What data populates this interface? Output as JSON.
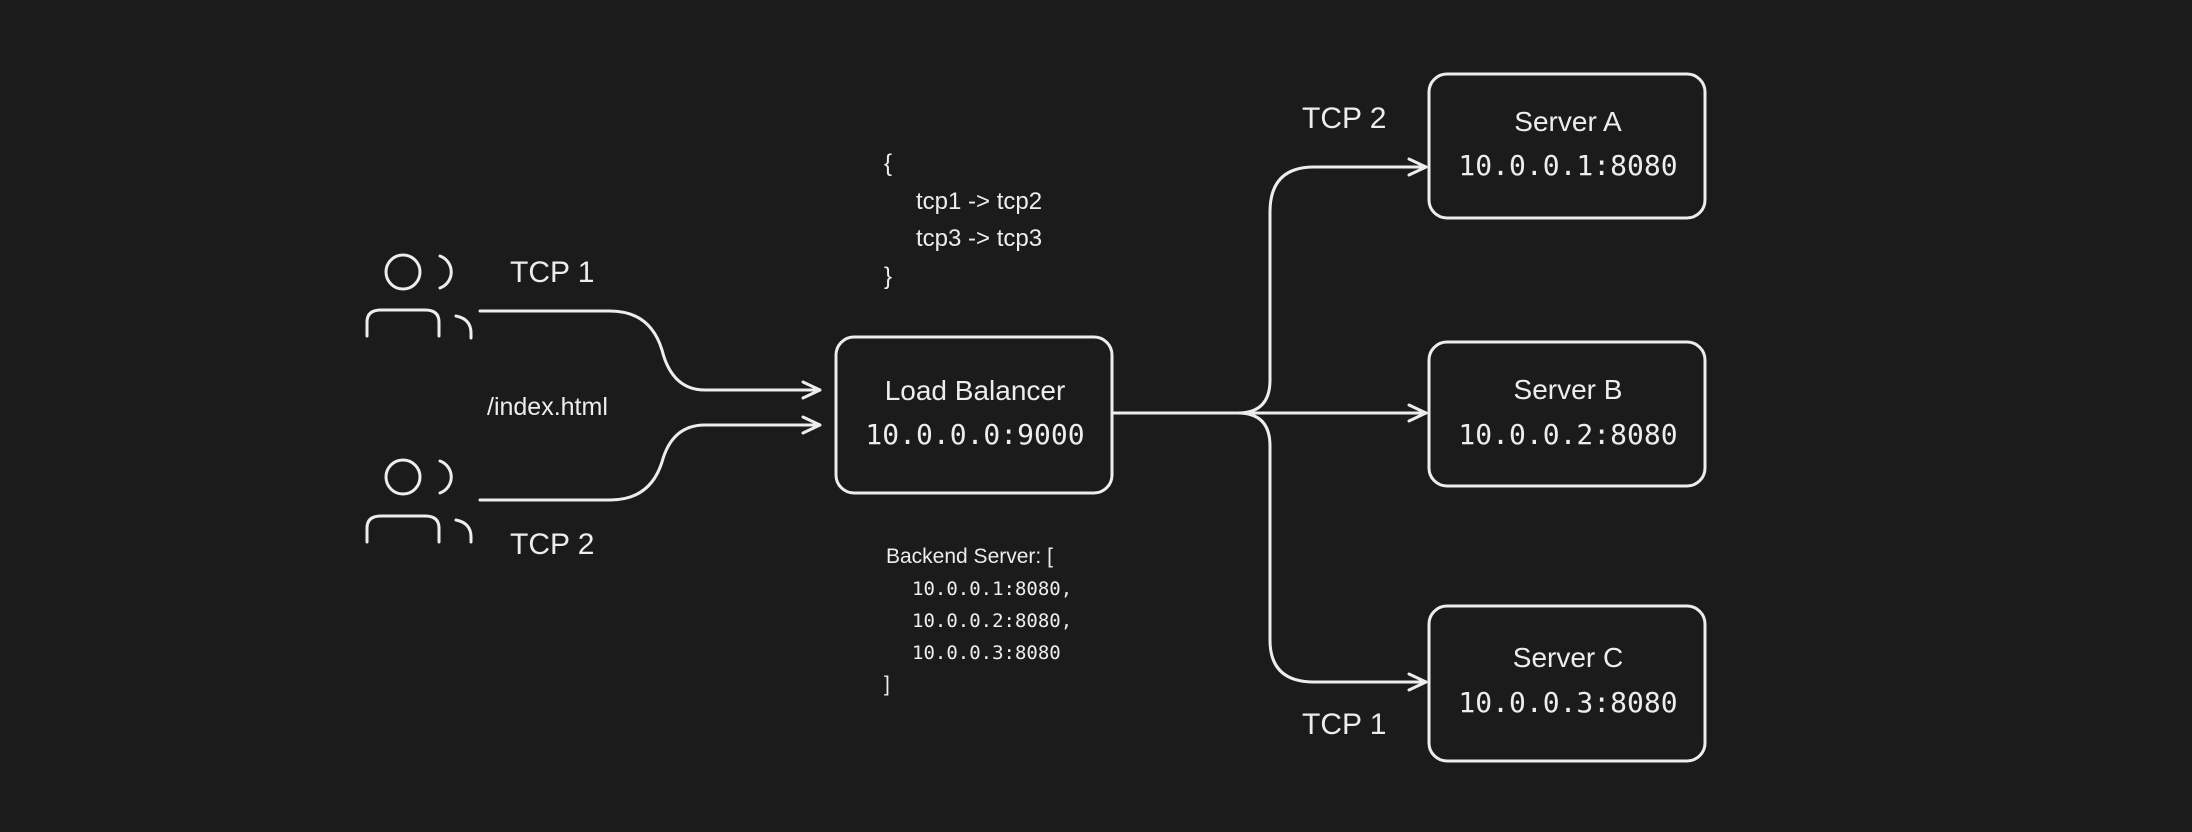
{
  "colors": {
    "background": "#1b1b1b",
    "stroke": "#ededed"
  },
  "clients": {
    "top_label": "TCP 1",
    "bottom_label": "TCP 2",
    "request_path": "/index.html",
    "icon": "users-icon"
  },
  "mapping": {
    "open": "{",
    "lines": [
      "tcp1 -> tcp2",
      "tcp3 -> tcp3"
    ],
    "close": "}"
  },
  "load_balancer": {
    "title": "Load Balancer",
    "address": "10.0.0.0:9000"
  },
  "backend_list": {
    "header": "Backend Server: [",
    "entries": [
      "10.0.0.1:8080,",
      "10.0.0.2:8080,",
      "10.0.0.3:8080"
    ],
    "close": "]"
  },
  "servers": [
    {
      "title": "Server A",
      "address": "10.0.0.1:8080"
    },
    {
      "title": "Server B",
      "address": "10.0.0.2:8080"
    },
    {
      "title": "Server C",
      "address": "10.0.0.3:8080"
    }
  ],
  "edge_labels": {
    "to_server_a": "TCP 2",
    "to_server_c": "TCP 1"
  }
}
